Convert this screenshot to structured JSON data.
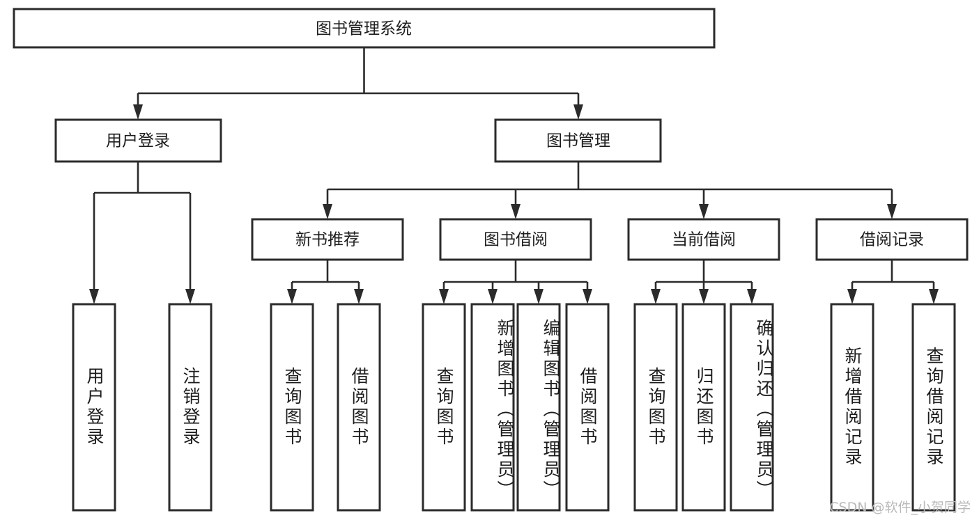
{
  "diagram": {
    "title": "图书管理系统",
    "type": "tree",
    "root": {
      "id": "root",
      "label": "图书管理系统"
    },
    "level2": [
      {
        "id": "user-login",
        "label": "用户登录"
      },
      {
        "id": "book-manage",
        "label": "图书管理"
      }
    ],
    "level3": [
      {
        "id": "new-book-rec",
        "label": "新书推荐",
        "parent": "book-manage"
      },
      {
        "id": "book-borrow",
        "label": "图书借阅",
        "parent": "book-manage"
      },
      {
        "id": "current-borrow",
        "label": "当前借阅",
        "parent": "book-manage"
      },
      {
        "id": "borrow-record",
        "label": "借阅记录",
        "parent": "book-manage"
      }
    ],
    "leaves": [
      {
        "id": "leaf-user-login",
        "label": "用户登录",
        "parent": "user-login"
      },
      {
        "id": "leaf-logout",
        "label": "注销登录",
        "parent": "user-login"
      },
      {
        "id": "leaf-query-book-1",
        "label": "查询图书",
        "parent": "new-book-rec"
      },
      {
        "id": "leaf-borrow-book-1",
        "label": "借阅图书",
        "parent": "new-book-rec"
      },
      {
        "id": "leaf-query-book-2",
        "label": "查询图书",
        "parent": "book-borrow"
      },
      {
        "id": "leaf-add-book",
        "label": "新增图书（管理员）",
        "parent": "book-borrow"
      },
      {
        "id": "leaf-edit-book",
        "label": "编辑图书（管理员）",
        "parent": "book-borrow"
      },
      {
        "id": "leaf-borrow-book-2",
        "label": "借阅图书",
        "parent": "book-borrow"
      },
      {
        "id": "leaf-query-book-3",
        "label": "查询图书",
        "parent": "current-borrow"
      },
      {
        "id": "leaf-return-book",
        "label": "归还图书",
        "parent": "current-borrow"
      },
      {
        "id": "leaf-confirm-return",
        "label": "确认归还（管理员）",
        "parent": "current-borrow"
      },
      {
        "id": "leaf-add-record",
        "label": "新增借阅记录",
        "parent": "borrow-record"
      },
      {
        "id": "leaf-query-record",
        "label": "查询借阅记录",
        "parent": "borrow-record"
      }
    ],
    "colors": {
      "stroke": "#2b2b2b",
      "fill": "#ffffff",
      "text": "#1c1c1c",
      "watermark": "#b9b9b9"
    }
  },
  "watermark": {
    "text": "CSDN @软件_小贺同学"
  }
}
